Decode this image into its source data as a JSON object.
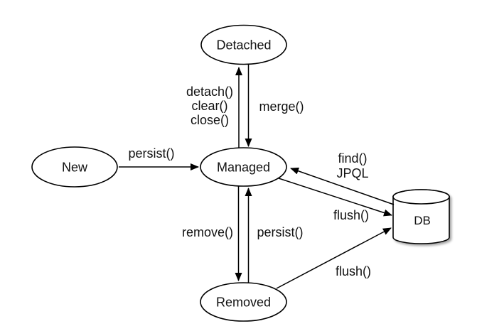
{
  "diagram": {
    "type": "state-diagram",
    "background_color": "#ffffff",
    "stroke_color": "#000000",
    "text_color": "#111111",
    "nodes": {
      "new": {
        "label": "New",
        "shape": "ellipse"
      },
      "detached": {
        "label": "Detached",
        "shape": "ellipse"
      },
      "managed": {
        "label": "Managed",
        "shape": "ellipse"
      },
      "removed": {
        "label": "Removed",
        "shape": "ellipse"
      },
      "db": {
        "label": "DB",
        "shape": "cylinder"
      }
    },
    "edges": {
      "new_to_managed": {
        "from": "New",
        "to": "Managed",
        "labels": [
          "persist()"
        ]
      },
      "managed_to_detached": {
        "from": "Managed",
        "to": "Detached",
        "labels": [
          "detach()",
          "clear()",
          "close()"
        ]
      },
      "detached_to_managed": {
        "from": "Detached",
        "to": "Managed",
        "labels": [
          "merge()"
        ]
      },
      "managed_to_removed": {
        "from": "Managed",
        "to": "Removed",
        "labels": [
          "remove()"
        ]
      },
      "removed_to_managed": {
        "from": "Removed",
        "to": "Managed",
        "labels": [
          "persist()"
        ]
      },
      "db_to_managed": {
        "from": "DB",
        "to": "Managed",
        "labels": [
          "find()",
          "JPQL"
        ]
      },
      "managed_to_db": {
        "from": "Managed",
        "to": "DB",
        "labels": [
          "flush()"
        ]
      },
      "removed_to_db": {
        "from": "Removed",
        "to": "DB",
        "labels": [
          "flush()"
        ]
      }
    }
  }
}
